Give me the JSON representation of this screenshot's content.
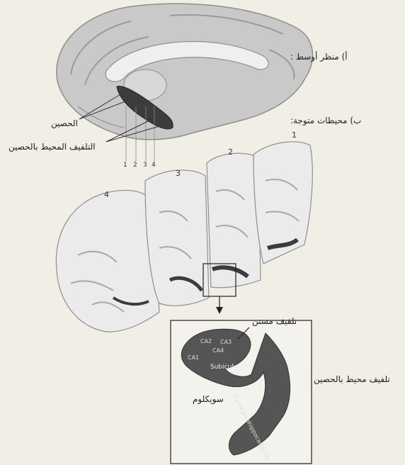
{
  "labels": {
    "medial_view": "أ) منظر أوسط :",
    "coronal_sections": "ب) محيطات متوجة:",
    "hippocampus": "الحصين",
    "parahippocampal_gyrus": "التلفيف المحيط بالحصين",
    "dentate_gyrus": "تلفيف مسنن",
    "parahippocampal_gyrus_inset": "تلفيف محيط بالحصين",
    "subiculum_ar": "سويكلوم"
  },
  "inset_terms": {
    "subiculum": "Subiculum",
    "parahippocampal": "Gyrus parahippocampalis",
    "ca1": "CA1",
    "ca2": "CA2",
    "ca3": "CA3",
    "ca4": "CA4"
  },
  "section_numbers": [
    "1",
    "2",
    "3",
    "4"
  ],
  "colors": {
    "background": "#f1eee6",
    "brain_surface": "#c9c9c9",
    "grey_matter": "#b8b8b8",
    "white_matter": "#ebebeb",
    "hippocampus_dark": "#3c3c3c",
    "inset_tissue": "#555555"
  }
}
